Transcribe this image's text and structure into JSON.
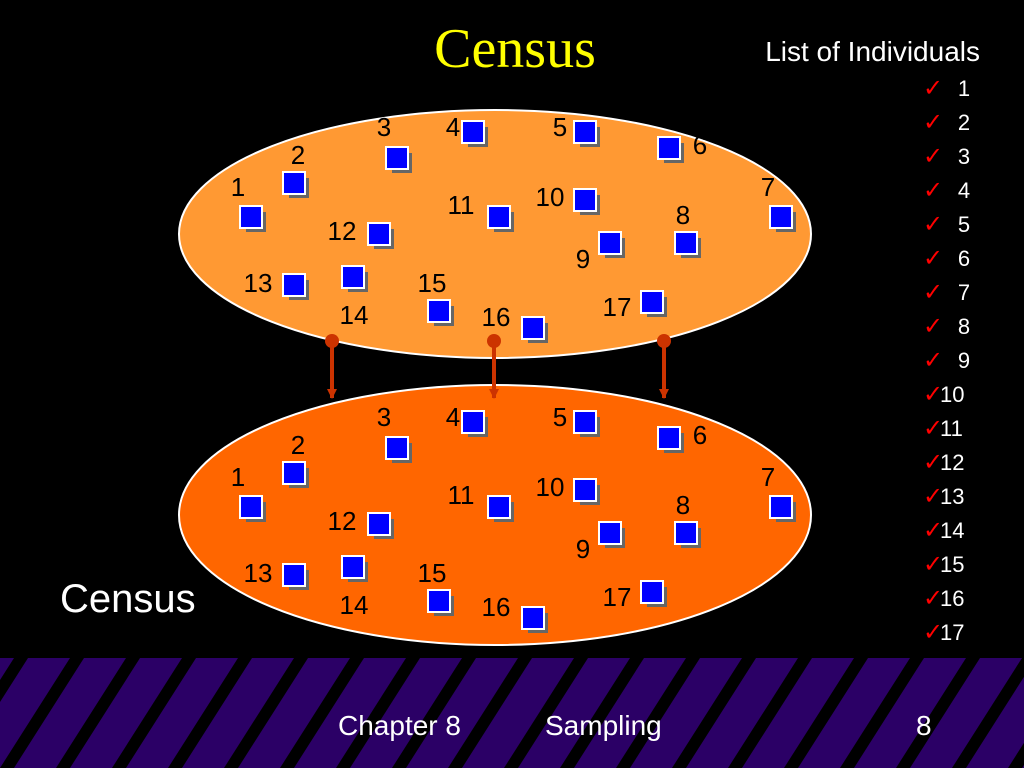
{
  "slide": {
    "title": "Census",
    "list_heading": "List of Individuals",
    "individuals": [
      "1",
      "2",
      "3",
      "4",
      "5",
      "6",
      "7",
      "8",
      "9",
      "10",
      "11",
      "12",
      "13",
      "14",
      "15",
      "16",
      "17"
    ],
    "check_glyph": "✓",
    "census_label": "Census",
    "footer_chapter": "Chapter 8",
    "footer_topic": "Sampling",
    "page_number": "8"
  },
  "colors": {
    "background": "#000000",
    "title": "#ffff00",
    "population_fill": "#ff9933",
    "census_fill": "#ff6600",
    "individual_square": "#0000ff",
    "arrow": "#cc3300",
    "check_mark": "#ff0000",
    "footer_band": "#2b0066",
    "footer_stripes": "#000000"
  },
  "icons": {
    "individual": "blue-square-icon",
    "check": "check-icon",
    "arrow": "down-arrow-icon"
  }
}
